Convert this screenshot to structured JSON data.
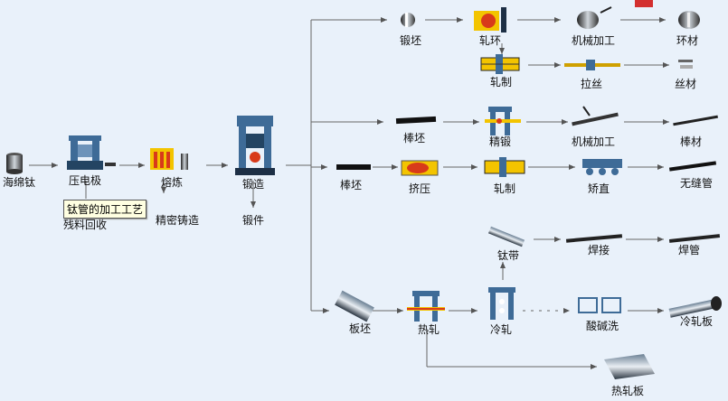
{
  "tooltip": "钛管的加工工艺",
  "nodes": {
    "haimian": "海绵钛",
    "yadianji": "压电极",
    "canliao": "残料回收",
    "ronglian": "熔炼",
    "jingmi": "精密铸造",
    "duanzao": "锻造",
    "duanjian": "锻件",
    "duanpi": "锻坯",
    "zhahuan": "轧环",
    "jixie1": "机械加工",
    "huancai": "环材",
    "zhazhi1": "轧制",
    "lasi": "拉丝",
    "sicai": "丝材",
    "bangpi1": "棒坯",
    "jingduan": "精锻",
    "jixie2": "机械加工",
    "bangcai": "棒材",
    "bangpi2": "棒坯",
    "jiya": "挤压",
    "zhazhi2": "轧制",
    "jiaozhi": "矫直",
    "wufengguan": "无缝管",
    "taidai": "钛带",
    "hanjie": "焊接",
    "hanguan": "焊管",
    "banpi": "板坯",
    "rezha": "热轧",
    "lengzha": "冷轧",
    "suanjian": "酸碱洗",
    "lengzhaban": "冷轧板",
    "rezhaban": "热轧板"
  },
  "colors": {
    "line": "#555555",
    "blue": "#3e6b97",
    "dark": "#1d2f45",
    "red": "#d83a1a",
    "yellow": "#f3c400",
    "bg": "#e9f1fa"
  }
}
